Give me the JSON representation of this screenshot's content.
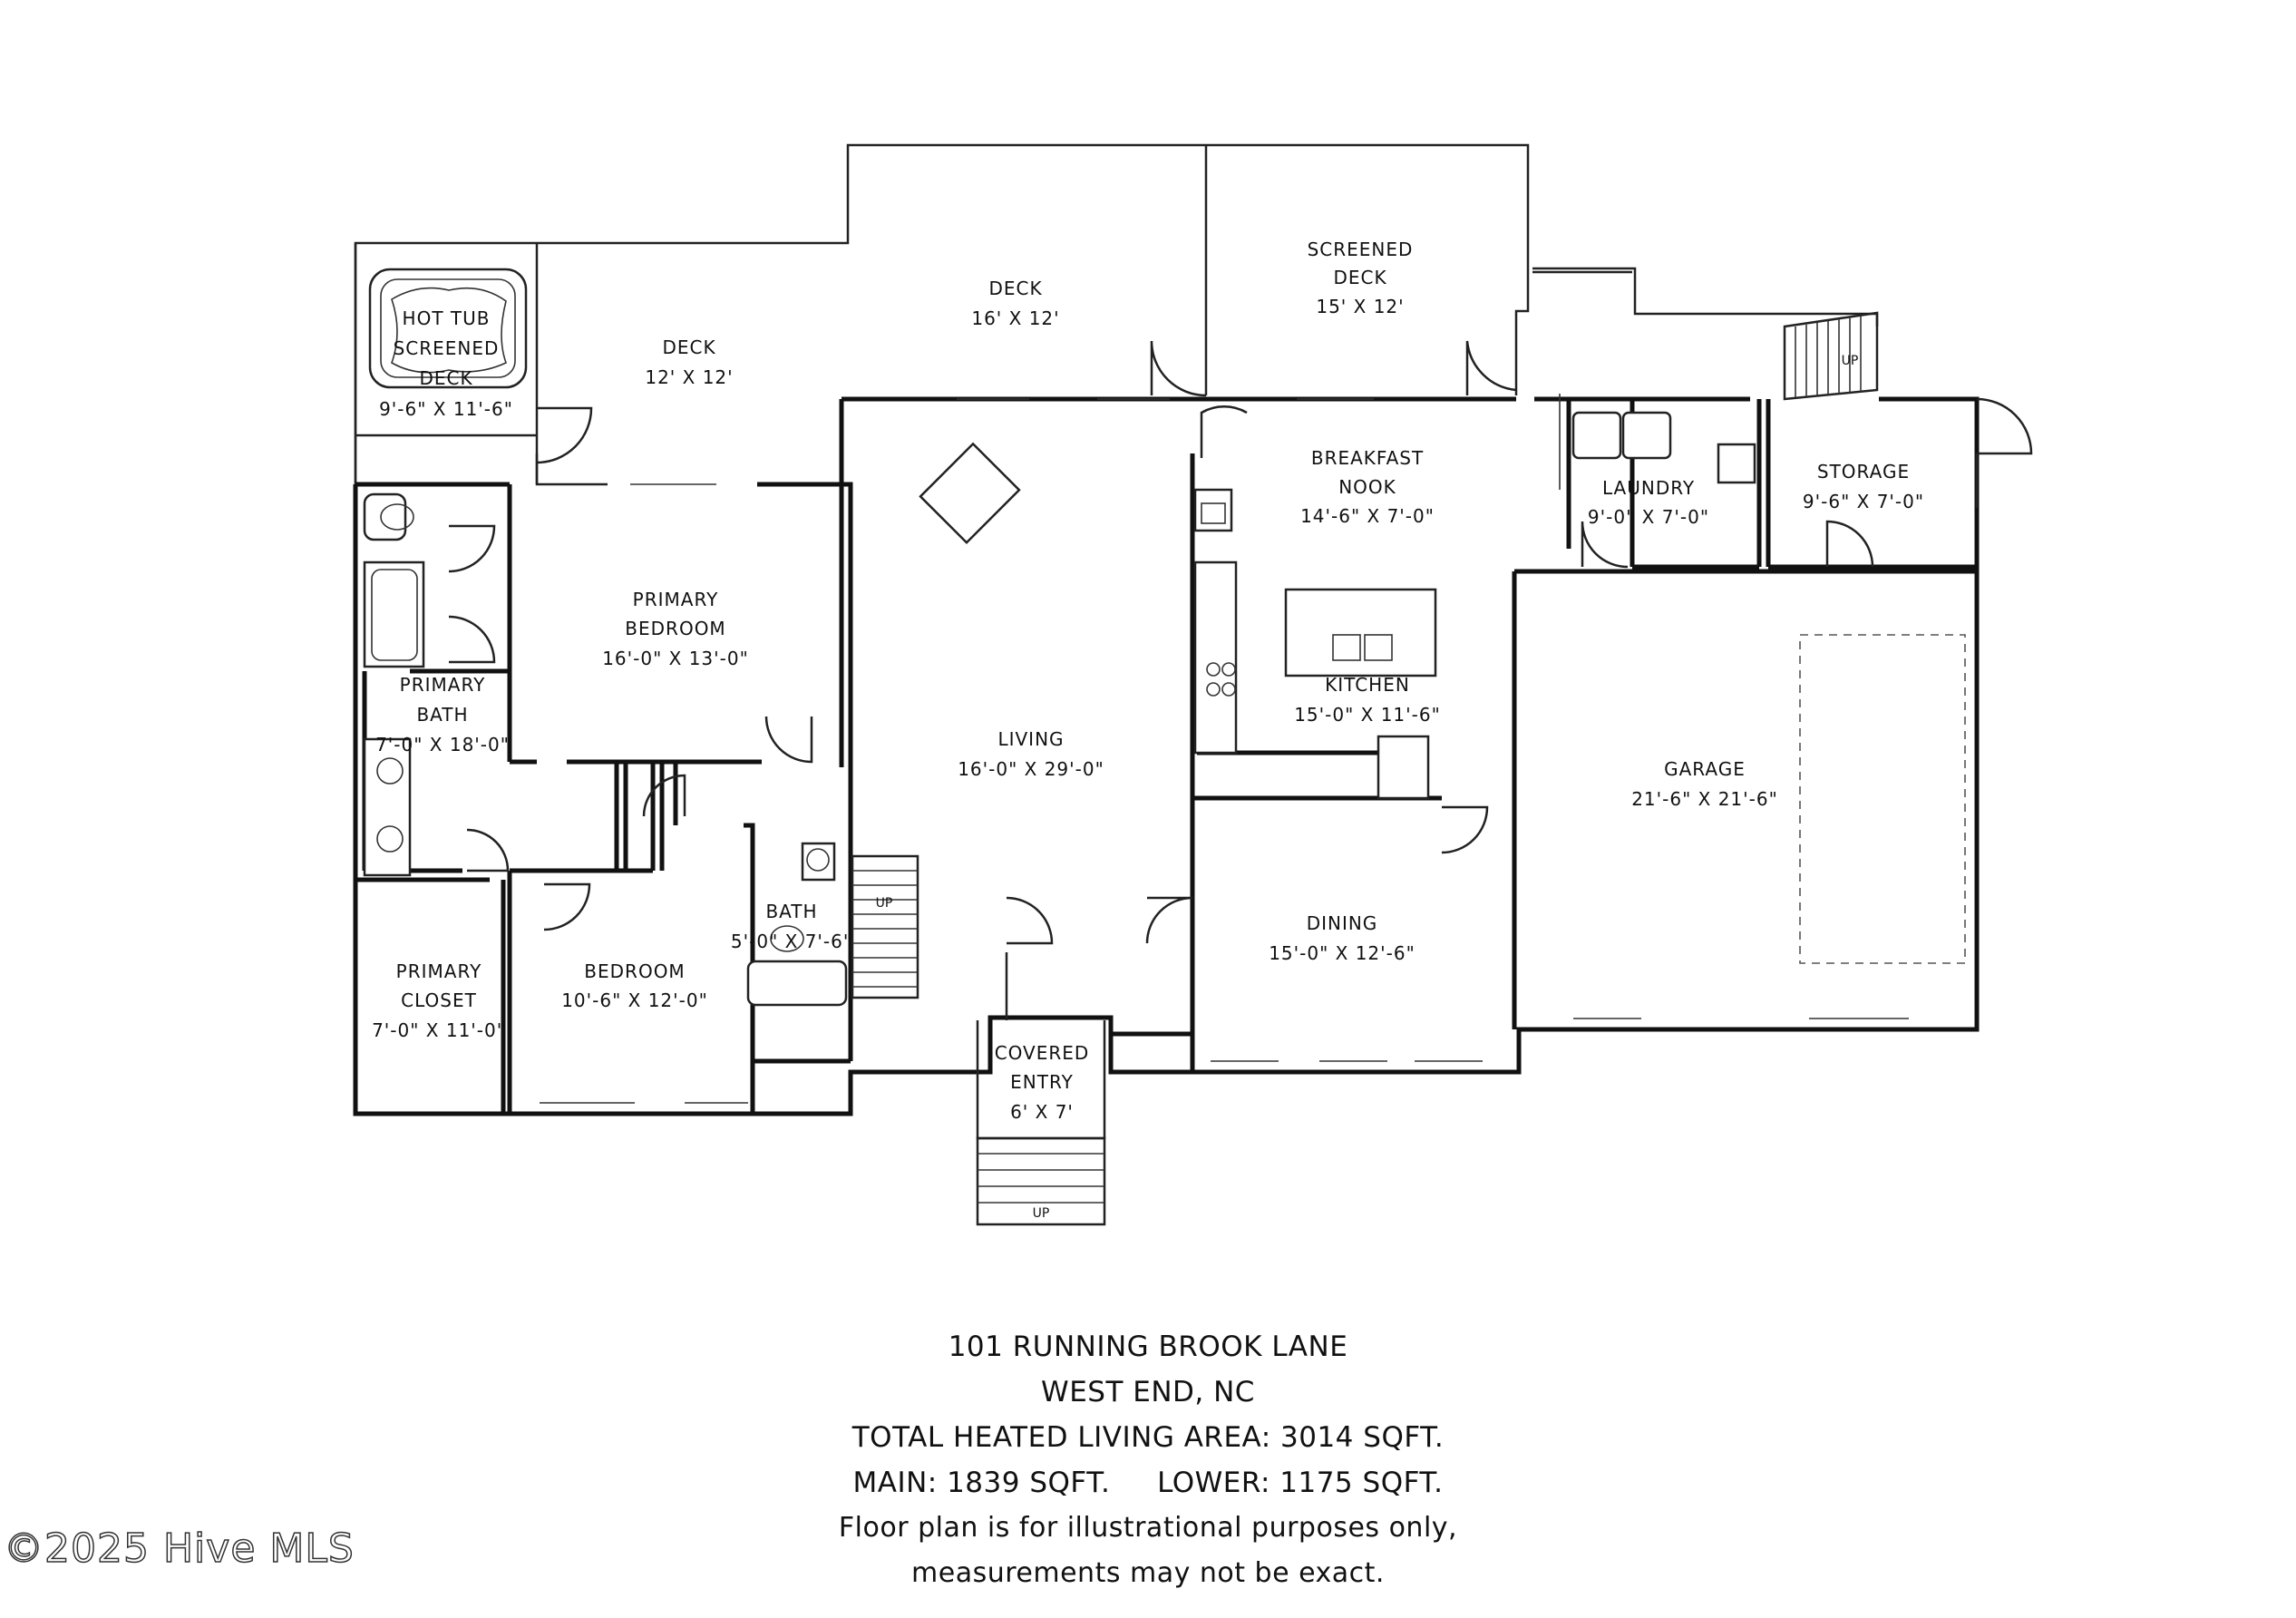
{
  "rooms": {
    "hot_tub_deck": {
      "name": [
        "HOT TUB",
        "SCREENED",
        "DECK"
      ],
      "size": "9'-6\" X 11'-6\""
    },
    "deck_left": {
      "name": [
        "DECK"
      ],
      "size": "12' X 12'"
    },
    "deck_center": {
      "name": [
        "DECK"
      ],
      "size": "16' X 12'"
    },
    "screened_deck": {
      "name": [
        "SCREENED",
        "DECK"
      ],
      "size": "15' X 12'"
    },
    "breakfast_nook": {
      "name": [
        "BREAKFAST",
        "NOOK"
      ],
      "size": "14'-6\" X 7'-0\""
    },
    "laundry": {
      "name": [
        "LAUNDRY"
      ],
      "size": "9'-0\" X 7'-0\""
    },
    "storage": {
      "name": [
        "STORAGE"
      ],
      "size": "9'-6\" X 7'-0\""
    },
    "primary_bedroom": {
      "name": [
        "PRIMARY",
        "BEDROOM"
      ],
      "size": "16'-0\" X 13'-0\""
    },
    "primary_bath": {
      "name": [
        "PRIMARY",
        "BATH"
      ],
      "size": "7'-0\" X 18'-0\""
    },
    "kitchen": {
      "name": [
        "KITCHEN"
      ],
      "size": "15'-0\" X 11'-6\""
    },
    "living": {
      "name": [
        "LIVING"
      ],
      "size": "16'-0\" X 29'-0\""
    },
    "garage": {
      "name": [
        "GARAGE"
      ],
      "size": "21'-6\" X 21'-6\""
    },
    "bath": {
      "name": [
        "BATH"
      ],
      "size": "5'-0\" X 7'-6\""
    },
    "primary_closet": {
      "name": [
        "PRIMARY",
        "CLOSET"
      ],
      "size": "7'-0\" X 11'-0\""
    },
    "bedroom": {
      "name": [
        "BEDROOM"
      ],
      "size": "10'-6\" X 12'-0\""
    },
    "dining": {
      "name": [
        "DINING"
      ],
      "size": "15'-0\" X 12'-6\""
    },
    "covered_entry": {
      "name": [
        "COVERED",
        "ENTRY"
      ],
      "size": "6' X 7'"
    }
  },
  "stair_labels": {
    "rear": "UP",
    "interior": "UP",
    "front": "UP"
  },
  "caption": {
    "address": "101 RUNNING BROOK LANE",
    "city": "WEST END, NC",
    "total_area": "TOTAL HEATED LIVING AREA: 3014 SQFT.",
    "main_lower": "MAIN: 1839 SQFT.     LOWER: 1175 SQFT.",
    "disclaimer_1": "Floor plan is for illustrational purposes only,",
    "disclaimer_2": "measurements may not be exact."
  },
  "watermark": "©2025 Hive MLS"
}
